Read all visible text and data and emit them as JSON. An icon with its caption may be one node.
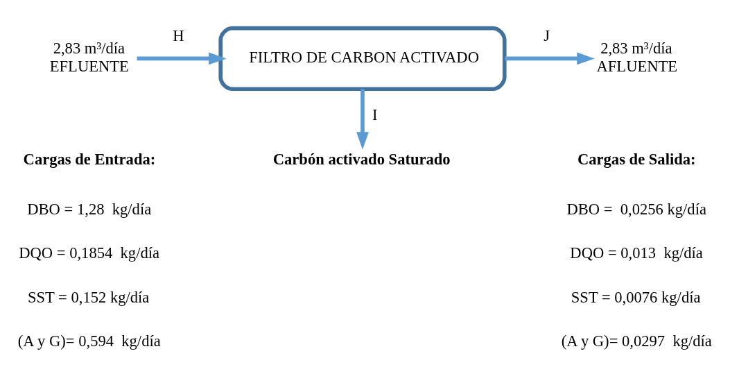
{
  "diagram": {
    "nodes": [
      {
        "text": [
          "2,83 m³/día",
          "EFLUENTE"
        ]
      },
      {
        "text": [
          "FILTRO DE CARBON ACTIVADO"
        ]
      },
      {
        "text": [
          "2,83 m³/día",
          "AFLUENTE"
        ]
      },
      {
        "text": [
          "Carbón activado Saturado"
        ]
      }
    ],
    "edges": [
      {
        "from": 0,
        "to": 1,
        "arrow": "to",
        "label": "H"
      },
      {
        "from": 1,
        "to": 2,
        "arrow": "to",
        "label": "J"
      },
      {
        "from": 1,
        "to": 3,
        "arrow": "to",
        "label": "I"
      }
    ],
    "labels": [
      "Cargas de Entrada:",
      "Cargas de Salida:",
      "DBO = 1,28  kg/día",
      "DBO =  0,0256 kg/día",
      "DQO = 0,1854  kg/día",
      "DQO = 0,013  kg/día",
      "SST = 0,152 kg/día",
      "SST = 0,0076 kg/día",
      "(A y G)= 0,594  kg/día",
      "(A y G)= 0,0297  kg/día"
    ]
  }
}
